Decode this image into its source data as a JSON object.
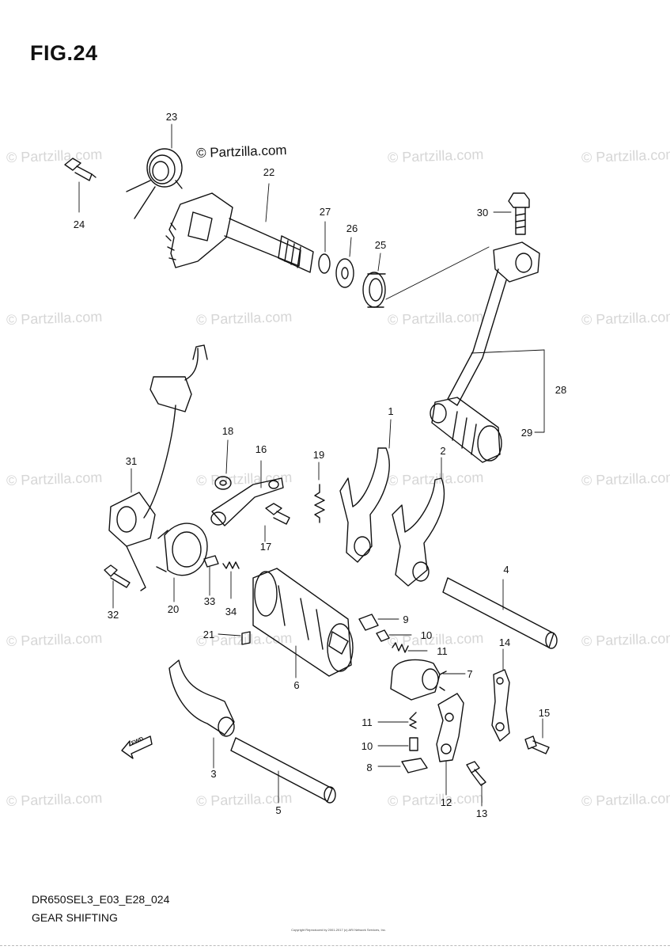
{
  "figure": {
    "title": "FIG.24",
    "copyright": "© Partzilla.com",
    "diagram_code": "DR650SEL3_E03_E28_024",
    "diagram_name": "GEAR SHIFTING",
    "fine_print": "Copyright Reproduced by 2001-2017 (c) ARI Network Services, Inc."
  },
  "watermark": {
    "text": "© Partzilla.com"
  },
  "fwd_arrow_label": "FWD",
  "callouts": {
    "c1": "1",
    "c2": "2",
    "c3": "3",
    "c4": "4",
    "c5": "5",
    "c6": "6",
    "c7": "7",
    "c8": "8",
    "c9": "9",
    "c10a": "10",
    "c10b": "10",
    "c11a": "11",
    "c11b": "11",
    "c12": "12",
    "c13": "13",
    "c14": "14",
    "c15": "15",
    "c16": "16",
    "c17": "17",
    "c18": "18",
    "c19": "19",
    "c20": "20",
    "c21": "21",
    "c22": "22",
    "c23": "23",
    "c24": "24",
    "c25": "25",
    "c26": "26",
    "c27": "27",
    "c28": "28",
    "c29": "29",
    "c30": "30",
    "c31": "31",
    "c32": "32",
    "c33": "33",
    "c34": "34"
  }
}
